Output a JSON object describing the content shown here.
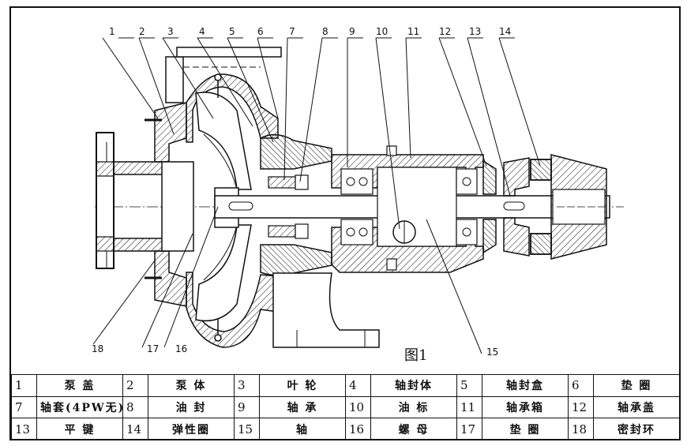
{
  "figure_caption": "图1",
  "callouts": [
    "1",
    "2",
    "3",
    "4",
    "5",
    "6",
    "7",
    "8",
    "9",
    "10",
    "11",
    "12",
    "13",
    "14",
    "15",
    "16",
    "17",
    "18"
  ],
  "legend_rows": [
    [
      {
        "num": "1",
        "name": "泵 盖"
      },
      {
        "num": "2",
        "name": "泵 体"
      },
      {
        "num": "3",
        "name": "叶 轮"
      },
      {
        "num": "4",
        "name": "轴封体"
      },
      {
        "num": "5",
        "name": "轴封盒"
      },
      {
        "num": "6",
        "name": "垫 圈"
      }
    ],
    [
      {
        "num": "7",
        "name": "轴套(4PW无)"
      },
      {
        "num": "8",
        "name": "油 封"
      },
      {
        "num": "9",
        "name": "轴 承"
      },
      {
        "num": "10",
        "name": "油 标"
      },
      {
        "num": "11",
        "name": "轴承箱"
      },
      {
        "num": "12",
        "name": "轴承盖"
      }
    ],
    [
      {
        "num": "13",
        "name": "平 键"
      },
      {
        "num": "14",
        "name": "弹性圈"
      },
      {
        "num": "15",
        "name": "轴"
      },
      {
        "num": "16",
        "name": "螺 母"
      },
      {
        "num": "17",
        "name": "垫 圈"
      },
      {
        "num": "18",
        "name": "密封环"
      }
    ]
  ]
}
